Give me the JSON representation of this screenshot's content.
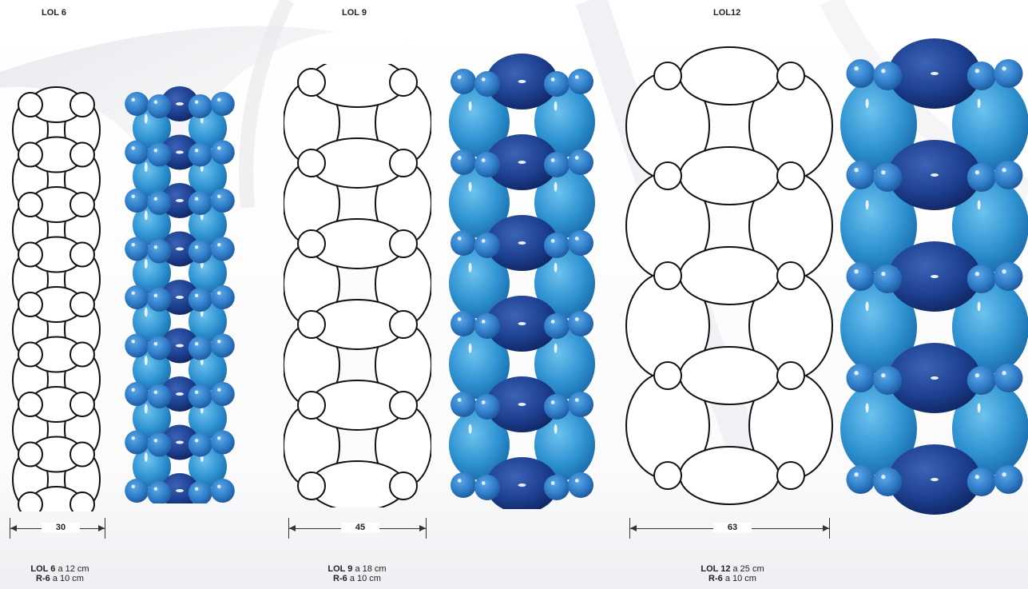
{
  "columns": [
    {
      "title": "LOL 6",
      "dimension": "30",
      "caption_line1_bold": "LOL 6",
      "caption_line1_rest": " a 12 cm",
      "caption_line2_bold": "R-6",
      "caption_line2_rest": " a 10 cm"
    },
    {
      "title": "LOL 9",
      "dimension": "45",
      "caption_line1_bold": "LOL 9",
      "caption_line1_rest": " a 18 cm",
      "caption_line2_bold": "R-6",
      "caption_line2_rest": " a 10 cm"
    },
    {
      "title": "LOL12",
      "dimension": "63",
      "caption_line1_bold": "LOL 12",
      "caption_line1_rest": " a 25 cm",
      "caption_line2_bold": "R-6",
      "caption_line2_rest": " a 10 cm"
    }
  ],
  "colors": {
    "dark_balloon": "#1f3f8c",
    "light_balloon": "#2c8fd0",
    "small_balloon": "#2f7cc8",
    "outline": "#111111"
  }
}
